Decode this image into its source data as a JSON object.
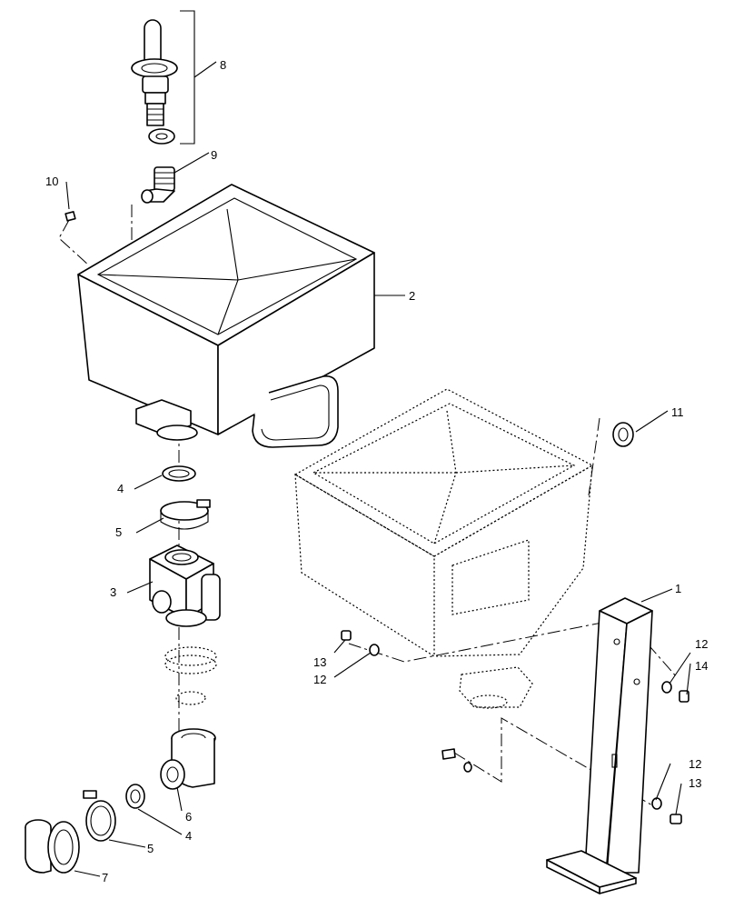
{
  "callouts": [
    {
      "id": "c8",
      "text": "8"
    },
    {
      "id": "c9",
      "text": "9"
    },
    {
      "id": "c10",
      "text": "10"
    },
    {
      "id": "c2",
      "text": "2"
    },
    {
      "id": "c11",
      "text": "11"
    },
    {
      "id": "c4a",
      "text": "4"
    },
    {
      "id": "c5a",
      "text": "5"
    },
    {
      "id": "c3",
      "text": "3"
    },
    {
      "id": "c1",
      "text": "1"
    },
    {
      "id": "c13a",
      "text": "13"
    },
    {
      "id": "c12a",
      "text": "12"
    },
    {
      "id": "c12b",
      "text": "12"
    },
    {
      "id": "c14",
      "text": "14"
    },
    {
      "id": "c12c",
      "text": "12"
    },
    {
      "id": "c13b",
      "text": "13"
    },
    {
      "id": "c6",
      "text": "6"
    },
    {
      "id": "c4b",
      "text": "4"
    },
    {
      "id": "c5b",
      "text": "5"
    },
    {
      "id": "c7",
      "text": "7"
    }
  ]
}
